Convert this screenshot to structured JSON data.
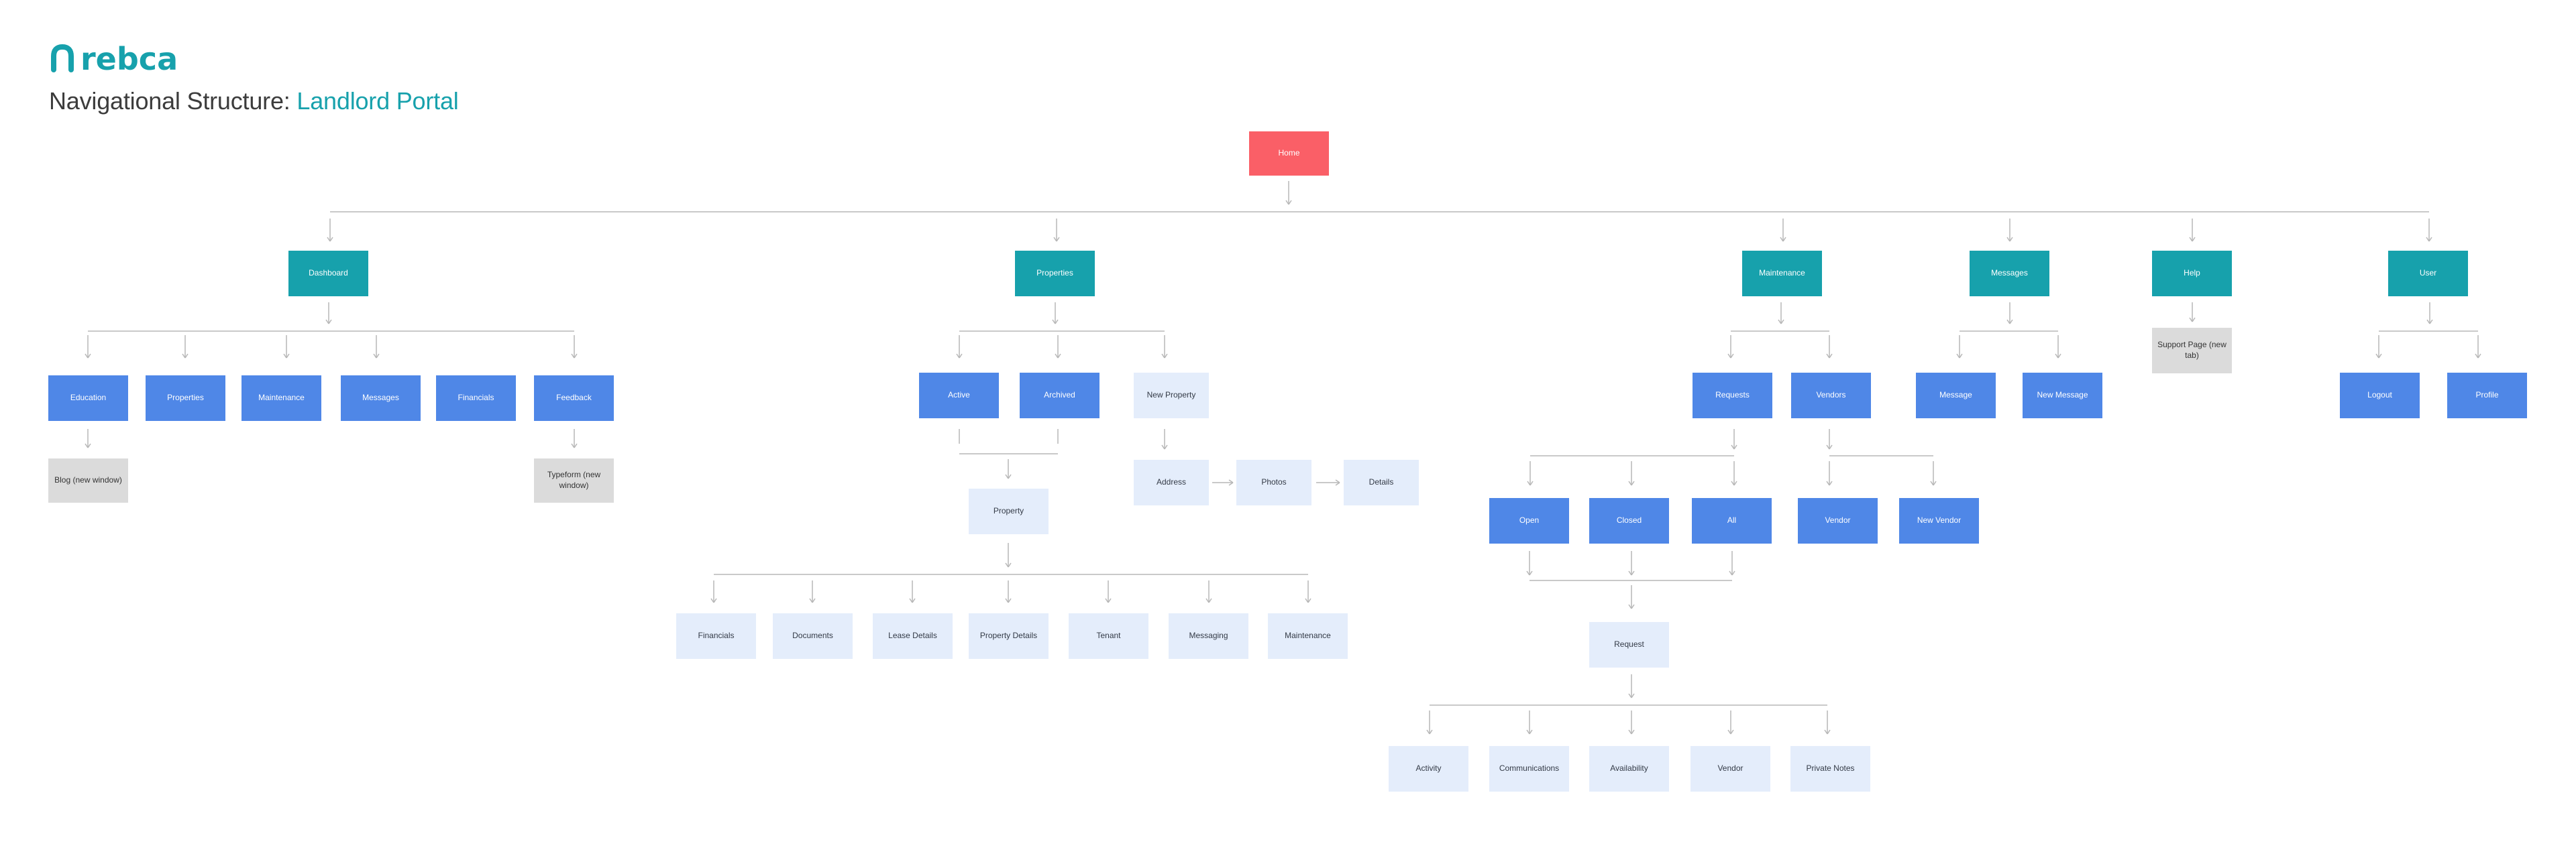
{
  "brand": {
    "logo_text": "rebca",
    "accent_color": "#17a1ac"
  },
  "title": {
    "prefix": "Navigational Structure:",
    "accent": "Landlord Portal"
  },
  "colors": {
    "home": "#fa5f67",
    "primary_section": "#17a1ac",
    "page": "#4f87e7",
    "sub_page": "#e4edfb",
    "external": "#dbdbdb",
    "connector": "#b7b7b7"
  },
  "nodes": {
    "home": "Home",
    "dashboard": "Dashboard",
    "properties": "Properties",
    "maintenance": "Maintenance",
    "messages": "Messages",
    "help": "Help",
    "user": "User",
    "education": "Education",
    "dash_properties": "Properties",
    "dash_maintenance": "Maintenance",
    "dash_messages": "Messages",
    "financials": "Financials",
    "feedback": "Feedback",
    "blog": "Blog (new window)",
    "typeform": "Typeform (new window)",
    "active": "Active",
    "archived": "Archived",
    "new_property": "New Property",
    "address": "Address",
    "photos": "Photos",
    "details": "Details",
    "property": "Property",
    "prop_financials": "Financials",
    "prop_documents": "Documents",
    "prop_lease_details": "Lease Details",
    "prop_property_details": "Property Details",
    "prop_tenant": "Tenant",
    "prop_messaging": "Messaging",
    "prop_maintenance": "Maintenance",
    "requests": "Requests",
    "vendors": "Vendors",
    "open": "Open",
    "closed": "Closed",
    "all": "All",
    "vendor": "Vendor",
    "new_vendor": "New Vendor",
    "request": "Request",
    "req_activity": "Activity",
    "req_communications": "Communications",
    "req_availability": "Availability",
    "req_vendor": "Vendor",
    "req_private_notes": "Private Notes",
    "message": "Message",
    "new_message": "New Message",
    "support_page": "Support Page (new tab)",
    "logout": "Logout",
    "profile": "Profile"
  }
}
